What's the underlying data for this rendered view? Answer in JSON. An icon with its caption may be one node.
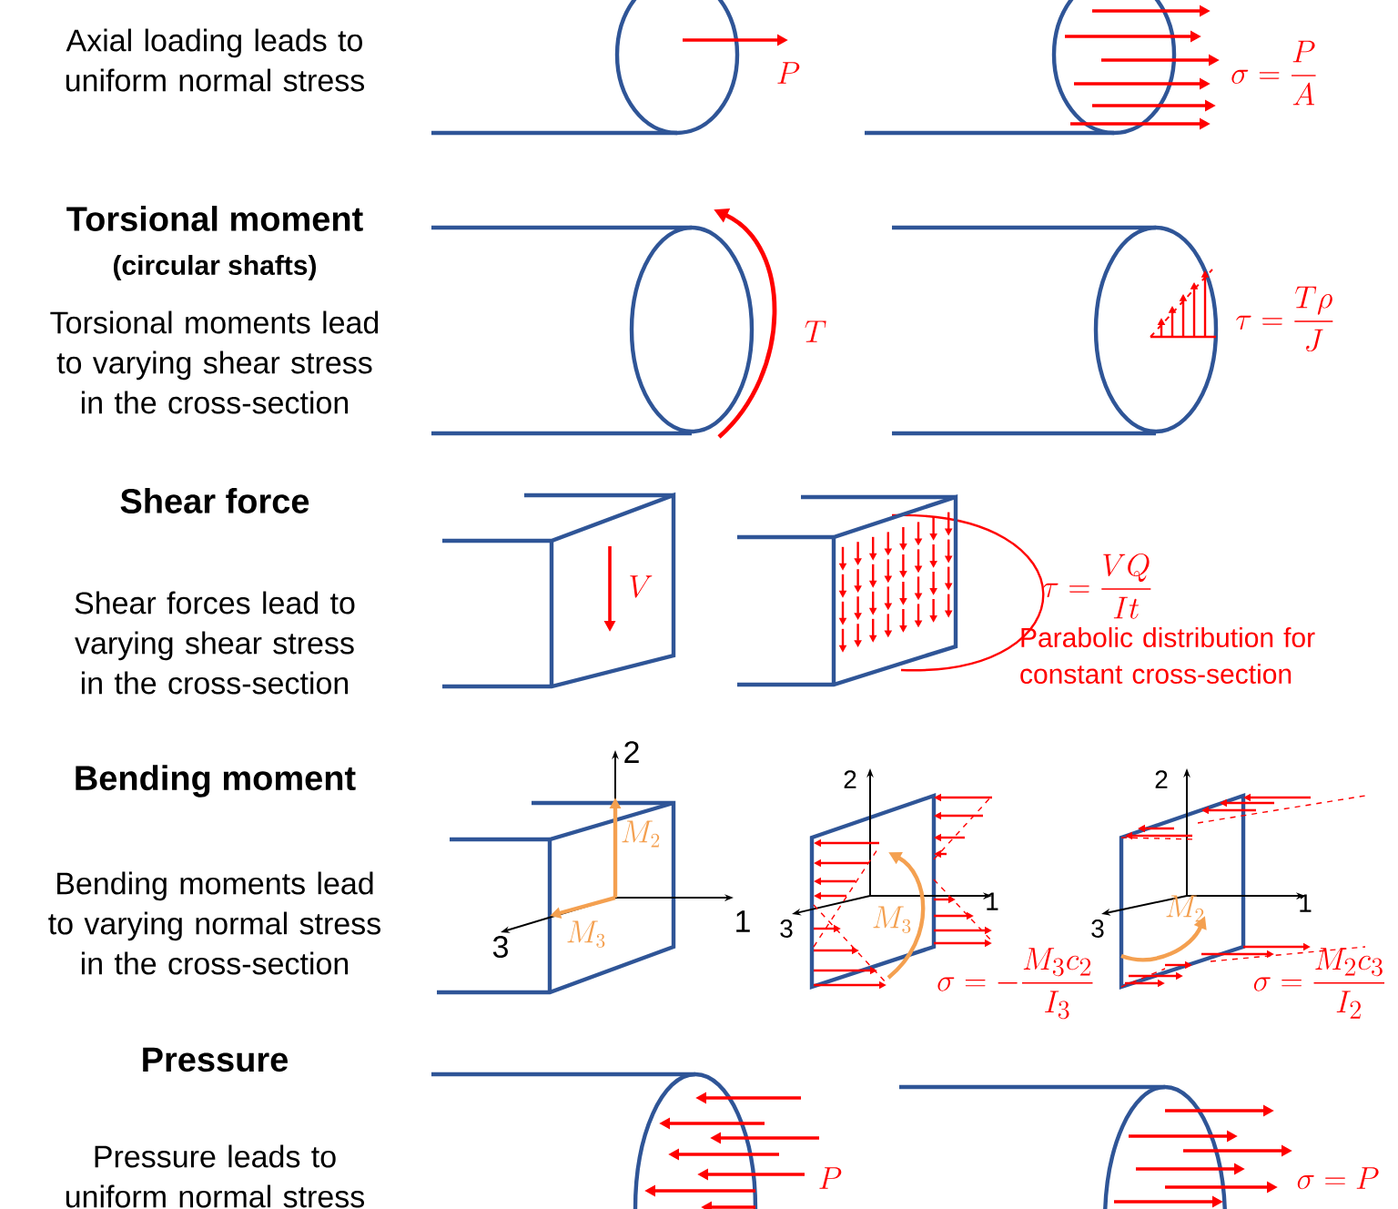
{
  "diagram": {
    "labels": [
      "Axial loading leads to uniform normal stress",
      "P",
      "\\sigma = \\frac{P}{A}",
      "Torsional moment",
      "(circular shafts)",
      "Torsional moments lead to varying shear stress in the cross-section",
      "T",
      "\\tau = \\frac{T\\rho}{J}",
      "Shear force",
      "Shear forces lead to varying shear stress in the cross-section",
      "V",
      "\\tau = \\frac{VQ}{It}",
      "Parabolic distribution for constant cross-section",
      "Bending moment",
      "Bending moments lead to varying normal stress in the cross-section",
      "2",
      "M_2",
      "1",
      "M_3",
      "3",
      "2",
      "1",
      "3",
      "M_3",
      "\\sigma = -\\frac{M_3 c_2}{I_3}",
      "2",
      "1",
      "3",
      "M_2",
      "\\sigma = \\frac{M_2 c_3}{I_2}",
      "Pressure",
      "Pressure leads to uniform normal stress",
      "P",
      "\\sigma = P"
    ]
  }
}
